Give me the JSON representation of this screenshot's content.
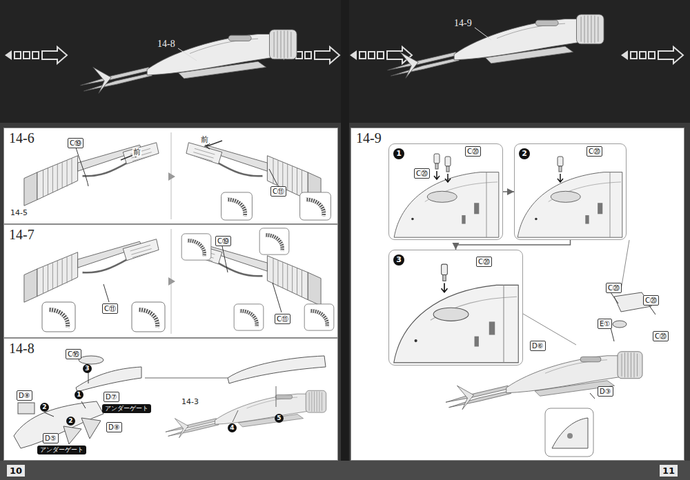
{
  "diagram": {
    "nodes": [
      {
        "text": [
          "14-6"
        ]
      },
      {
        "text": [
          "14-7"
        ]
      },
      {
        "text": [
          "14-8"
        ]
      },
      {
        "text": [
          "14-9"
        ]
      },
      {
        "text": [
          "1"
        ],
        "in": 3
      },
      {
        "text": [
          "2"
        ],
        "in": 3
      },
      {
        "text": [
          "3"
        ],
        "in": 3
      }
    ],
    "edges": [
      {
        "from": 4,
        "to": 5,
        "arrow": "to"
      },
      {
        "from": 5,
        "to": 6,
        "arrow": "to"
      }
    ],
    "labels": [
      "14-8",
      "14-9",
      "C⑲",
      "前",
      "14-5",
      "前",
      "C⑪",
      "C⑪",
      "C⑲",
      "C⑪",
      "C⑯",
      "3",
      "D⑧",
      "2",
      "1",
      "D⑦",
      "アンダーゲート",
      "2",
      "D⑧",
      "D⑤",
      "アンダーゲート",
      "14-3",
      "4",
      "5",
      "C⑳",
      "C⑳",
      "C⑳",
      "C⑳",
      "C⑳",
      "C⑳",
      "E①",
      "C⑳",
      "D⑥",
      "D③",
      "10",
      "11"
    ]
  }
}
